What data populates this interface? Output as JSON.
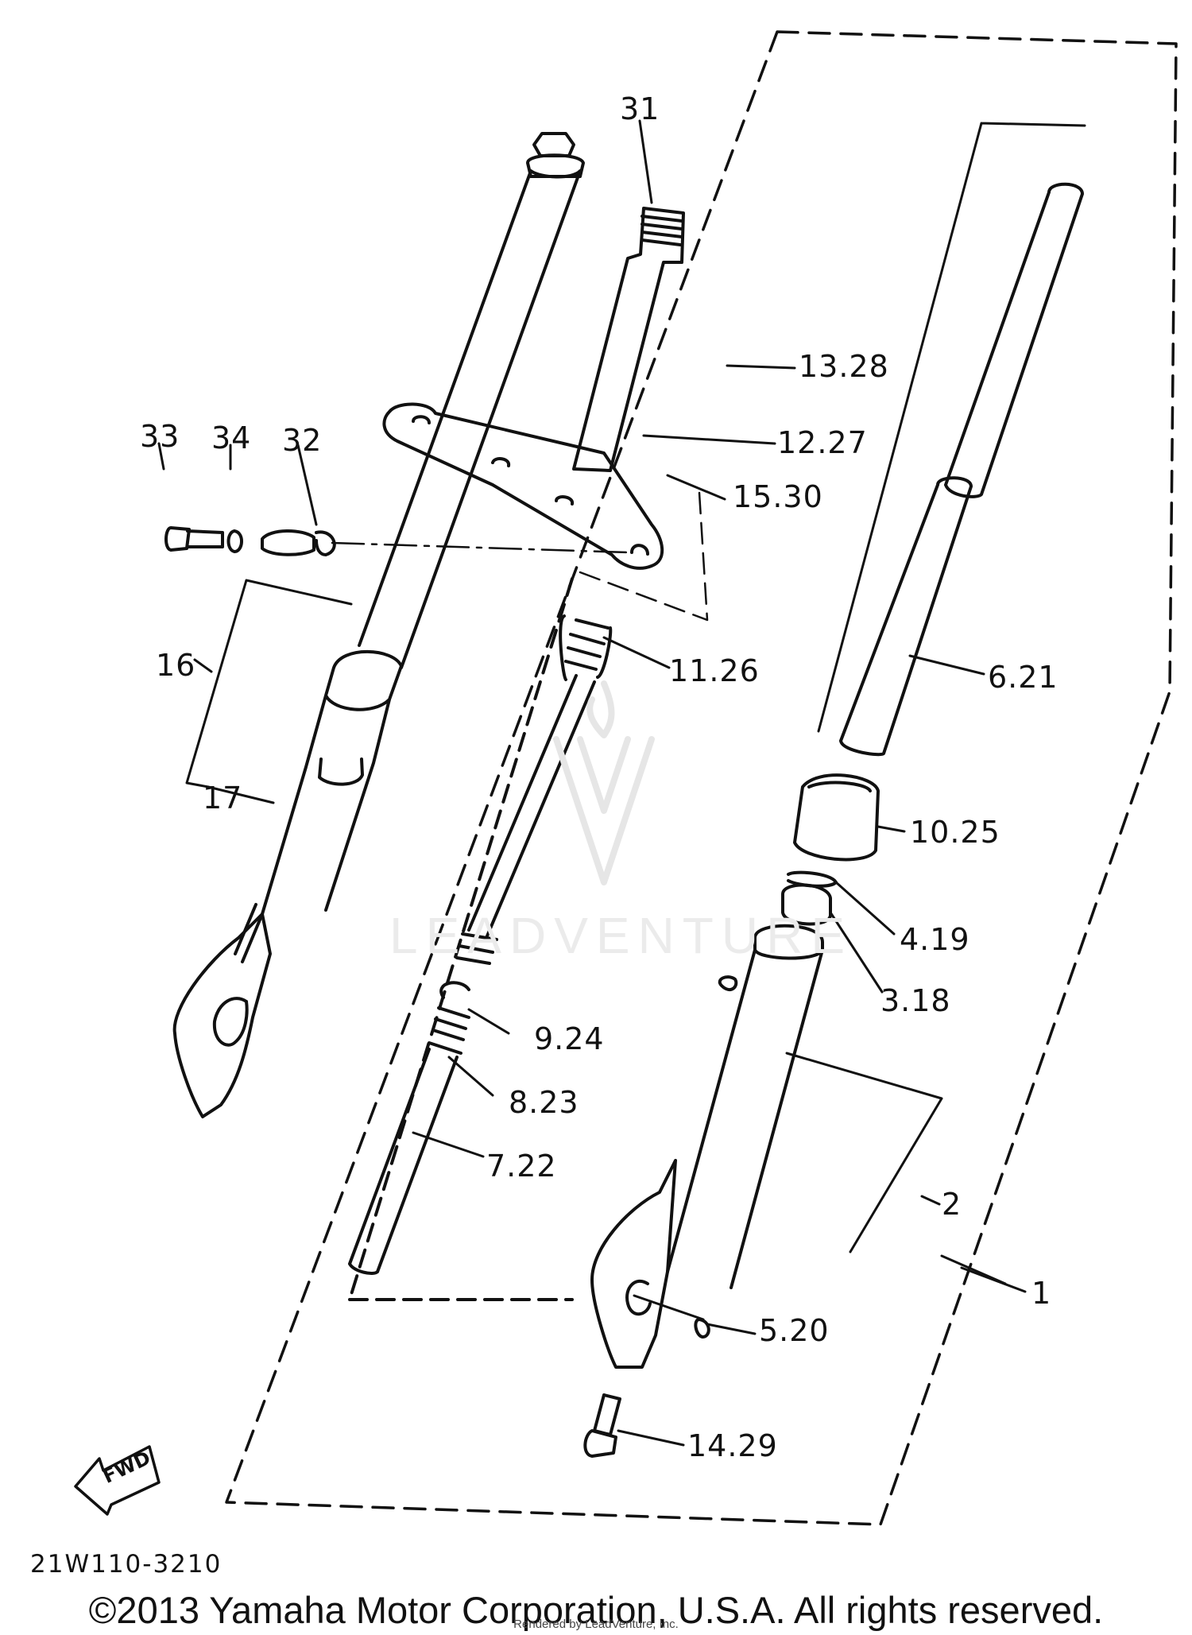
{
  "diagram_code": "21W110-3210",
  "copyright": "©2013 Yamaha Motor Corporation, U.S.A. All rights reserved.",
  "rendered_by": "Rendered by LeadVenture, Inc.",
  "watermark": "LEADVENTURE",
  "fwd_label": "FWD",
  "callouts": {
    "c1": "1",
    "c2": "2",
    "c3_18": "3.18",
    "c4_19": "4.19",
    "c5_20": "5.20",
    "c6_21": "6.21",
    "c7_22": "7.22",
    "c8_23": "8.23",
    "c9_24": "9.24",
    "c10_25": "10.25",
    "c11_26": "11.26",
    "c12_27": "12.27",
    "c13_28": "13.28",
    "c14_29": "14.29",
    "c15_30": "15.30",
    "c16": "16",
    "c17": "17",
    "c31": "31",
    "c32": "32",
    "c33": "33",
    "c34": "34"
  }
}
